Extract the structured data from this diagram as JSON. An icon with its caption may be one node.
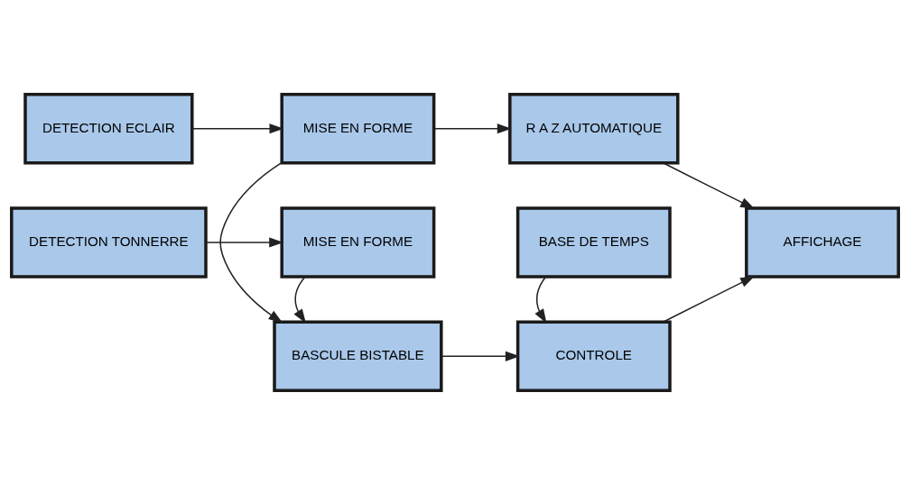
{
  "diagram": {
    "nodes": [
      {
        "text": [
          "DETECTION ECLAIR"
        ]
      },
      {
        "text": [
          "MISE EN FORME"
        ]
      },
      {
        "text": [
          "R A Z AUTOMATIQUE"
        ]
      },
      {
        "text": [
          "BASCULE BISTABLE"
        ]
      },
      {
        "text": [
          "CONTROLE"
        ]
      },
      {
        "text": [
          "AFFICHAGE"
        ]
      },
      {
        "text": [
          "DETECTION TONNERRE"
        ]
      },
      {
        "text": [
          "MISE EN FORME"
        ]
      },
      {
        "text": [
          "BASE DE TEMPS"
        ]
      }
    ],
    "edges": [
      {
        "from": 0,
        "to": 1,
        "arrow": "to"
      },
      {
        "from": 1,
        "to": 2,
        "arrow": "to"
      },
      {
        "from": 1,
        "to": 3,
        "arrow": "to"
      },
      {
        "from": 2,
        "to": 5,
        "arrow": "to"
      },
      {
        "from": 3,
        "to": 4,
        "arrow": "to"
      },
      {
        "from": 4,
        "to": 5,
        "arrow": "to"
      },
      {
        "from": 7,
        "to": 3,
        "arrow": "to"
      },
      {
        "from": 6,
        "to": 7,
        "arrow": "to"
      },
      {
        "from": 8,
        "to": 4,
        "arrow": "to"
      }
    ]
  }
}
